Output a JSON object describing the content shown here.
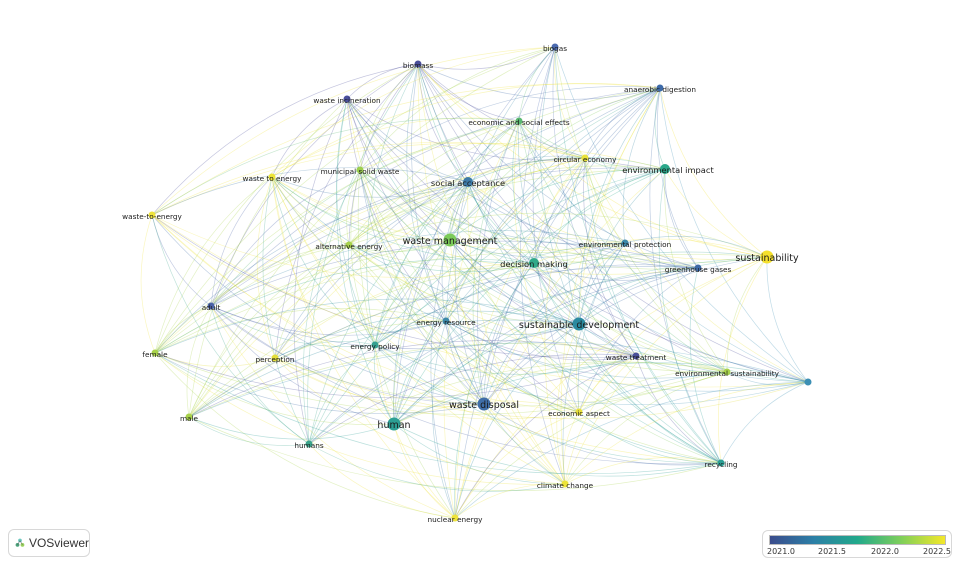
{
  "app": {
    "name": "VOSviewer"
  },
  "legend": {
    "ticks": [
      "2021.0",
      "2021.5",
      "2022.0",
      "2022.5"
    ],
    "gradient_colors": [
      "#3b4c8c",
      "#2c7fa6",
      "#22a98b",
      "#7fcf5a",
      "#f4e829"
    ]
  },
  "network": {
    "nodes": [
      {
        "id": "biomass",
        "label": "biomass",
        "color": "#4a4f9a",
        "size": "small"
      },
      {
        "id": "biogas",
        "label": "biogas",
        "color": "#4c6bb0",
        "size": "small"
      },
      {
        "id": "anaerobic_digestion",
        "label": "anaerobic digestion",
        "color": "#3d6aa8",
        "size": "small"
      },
      {
        "id": "waste_incineration",
        "label": "waste incineration",
        "color": "#4a4f9a",
        "size": "small"
      },
      {
        "id": "economic_social",
        "label": "economic and social effects",
        "color": "#5ab870",
        "size": "small"
      },
      {
        "id": "circular_economy",
        "label": "circular economy",
        "color": "#e9e23a",
        "size": "small"
      },
      {
        "id": "environmental_impact",
        "label": "environmental impact",
        "color": "#2aa88a",
        "size": "medium"
      },
      {
        "id": "waste_to_energy",
        "label": "waste to energy",
        "color": "#ece437",
        "size": "small"
      },
      {
        "id": "municipal_solid_waste",
        "label": "municipal solid waste",
        "color": "#9ccf4e",
        "size": "small"
      },
      {
        "id": "social_acceptance",
        "label": "social acceptance",
        "color": "#3d7aa8",
        "size": "medium"
      },
      {
        "id": "waste_to_energy_h",
        "label": "waste-to-energy",
        "color": "#eee33a",
        "size": "small"
      },
      {
        "id": "sustainability",
        "label": "sustainability",
        "color": "#f4e02c",
        "size": "large"
      },
      {
        "id": "alternative_energy",
        "label": "alternative energy",
        "color": "#a8d24a",
        "size": "small"
      },
      {
        "id": "waste_management",
        "label": "waste management",
        "color": "#7ccb5a",
        "size": "large"
      },
      {
        "id": "decision_making",
        "label": "decision making",
        "color": "#32a98a",
        "size": "medium"
      },
      {
        "id": "environmental_protection",
        "label": "environmental protection",
        "color": "#3c88a8",
        "size": "small"
      },
      {
        "id": "greenhouse_gases",
        "label": "greenhouse gases",
        "color": "#3d6aa8",
        "size": "small"
      },
      {
        "id": "adult",
        "label": "adult",
        "color": "#4a62a8",
        "size": "small"
      },
      {
        "id": "energy_resource",
        "label": "energy resource",
        "color": "#3c88a8",
        "size": "small"
      },
      {
        "id": "sustainable_development",
        "label": "sustainable development",
        "color": "#2a8aa0",
        "size": "large"
      },
      {
        "id": "female",
        "label": "female",
        "color": "#a8d24a",
        "size": "small"
      },
      {
        "id": "energy_policy",
        "label": "energy policy",
        "color": "#34a090",
        "size": "small"
      },
      {
        "id": "perception",
        "label": "perception",
        "color": "#e3de3a",
        "size": "small"
      },
      {
        "id": "waste_treatment",
        "label": "waste treatment",
        "color": "#4a4f9a",
        "size": "small"
      },
      {
        "id": "environmental_sustainability",
        "label": "environmental sustainability",
        "color": "#a8d24a",
        "size": "small"
      },
      {
        "id": "unlabeled",
        "label": "",
        "color": "#3c8fb4",
        "size": "small"
      },
      {
        "id": "waste_disposal",
        "label": "waste disposal",
        "color": "#3f6ea8",
        "size": "large"
      },
      {
        "id": "economic_aspect",
        "label": "economic aspect",
        "color": "#e9e23a",
        "size": "small"
      },
      {
        "id": "male",
        "label": "male",
        "color": "#a8d24a",
        "size": "small"
      },
      {
        "id": "human",
        "label": "human",
        "color": "#2c9f94",
        "size": "large"
      },
      {
        "id": "humans",
        "label": "humans",
        "color": "#3ba58c",
        "size": "small"
      },
      {
        "id": "recycling",
        "label": "recycling",
        "color": "#2c9f94",
        "size": "small"
      },
      {
        "id": "climate_change",
        "label": "climate change",
        "color": "#ece437",
        "size": "small"
      },
      {
        "id": "nuclear_energy",
        "label": "nuclear energy",
        "color": "#eee33a",
        "size": "small"
      }
    ]
  }
}
